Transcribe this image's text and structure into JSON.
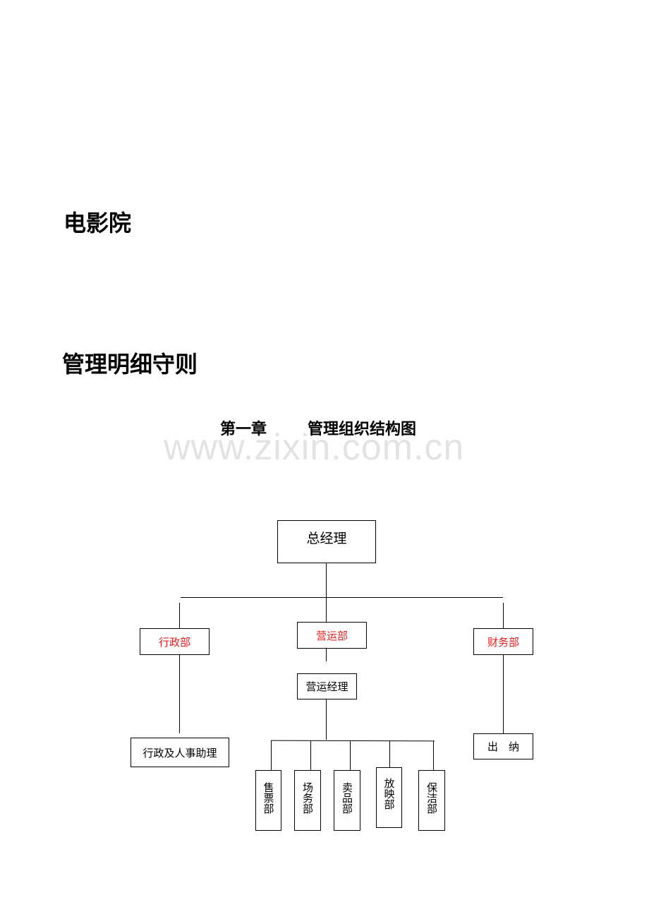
{
  "document": {
    "title": "电影院",
    "subtitle": "管理明细守则",
    "chapter": {
      "number": "第一章",
      "title": "管理组织结构图"
    },
    "watermark": "www.zixin.com.cn"
  },
  "org_chart": {
    "top": "总经理",
    "departments": {
      "admin": "行政部",
      "operations": "营运部",
      "finance": "财务部"
    },
    "admin_child": "行政及人事助理",
    "operations_manager": "营运经理",
    "finance_child": "出　纳",
    "operations_units": [
      "售票部",
      "场务部",
      "卖品部",
      "放映部",
      "保洁部"
    ],
    "highlight_color": "#e02020"
  }
}
